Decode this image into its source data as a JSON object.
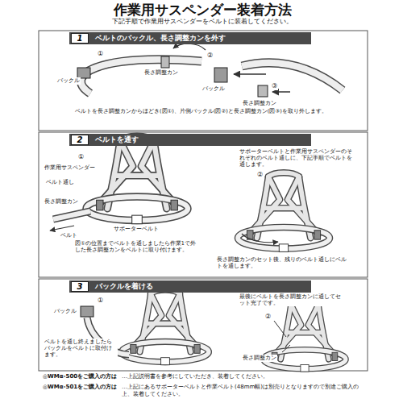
{
  "diagram": {
    "title": "作業用サスペンダー装着方法",
    "nodes": [
      {
        "text": [
          "ベルトのバックル、長さ調整カンを外す"
        ]
      },
      {
        "text": [
          "1"
        ],
        "in": 0
      },
      {
        "text": [
          "ベルトを通す"
        ]
      },
      {
        "text": [
          "2"
        ],
        "in": 2
      },
      {
        "text": [
          "バックルを着ける"
        ]
      },
      {
        "text": [
          "3"
        ],
        "in": 4
      }
    ],
    "labels": [
      "下記手順で作業用サスペンダーをベルトに装着してください。",
      "①",
      "バックル",
      "長さ調整カン",
      "②",
      "バックル",
      "③",
      "長さ調整カン",
      "ベルトを長さ調整カンからほどき(図①)、片側バックル(図②)と長さ調整カン(図③)を取り外します。",
      "①",
      "作業用サスペンダー",
      "ベルト通し",
      "長さ調整カン",
      "ベルト",
      "サポーターベルト",
      "サポーターベルトと作業用サスペンダーのそれぞれのベルト通しに、下記手順でベルトを通します。",
      "②",
      "図①の位置までベルトを通しましたら作業1で外した長さ調整カンをベルトに取り付けます。",
      "長さ調整カンのセット後、残りのベルト通しにベルトを通します。",
      "①",
      "バックル",
      "ベルトを通し終えましたらバックルをベルトに取付けます。",
      "最後にベルトを長さ調整カンに通してセット完了です。",
      "②",
      "長さ調整カン",
      "◎WMα-500をご購入の方は",
      "…上記説明書を参考にしていただき、装着してください。",
      "◎WMα-501をご購入の方は",
      "…上記にあるサポーターベルトと作業ベルト(48mm幅)は別売りとなりますので別途ご購入の上、装着してください。"
    ]
  }
}
